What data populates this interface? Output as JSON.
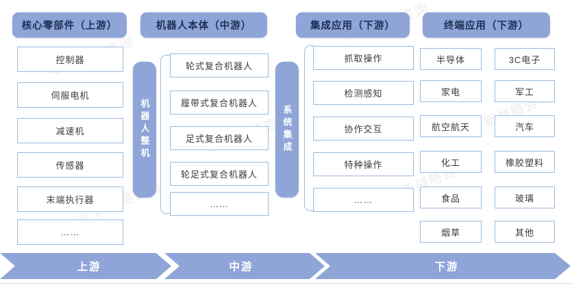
{
  "columns": [
    {
      "header": "核心零部件（上游）",
      "items": [
        "控制器",
        "伺服电机",
        "减速机",
        "传感器",
        "末端执行器",
        "……"
      ]
    },
    {
      "header": "机器人本体（中游）",
      "items": [
        "轮式复合机器人",
        "履带式复合机器人",
        "足式复合机器人",
        "轮足式复合机器人",
        "……"
      ]
    },
    {
      "header": "集成应用（下游）",
      "items": [
        "抓取操作",
        "检测感知",
        "协作交互",
        "特种操作",
        "……"
      ]
    },
    {
      "header": "终端应用（下游）",
      "items_left": [
        "半导体",
        "家电",
        "航空航天",
        "化工",
        "食品",
        "烟草"
      ],
      "items_right": [
        "3C电子",
        "军工",
        "汽车",
        "橡胶塑料",
        "玻璃",
        "其他"
      ]
    }
  ],
  "connectors": [
    {
      "label": "机器人整机"
    },
    {
      "label": "系统集成"
    }
  ],
  "flow": [
    {
      "label": "上游"
    },
    {
      "label": "中游"
    },
    {
      "label": "下游"
    }
  ],
  "watermark": {
    "text": "新战略咨询"
  },
  "colors": {
    "accent": "#8fa5d8",
    "box_border": "#9cb8dd",
    "header_text": "#1c3056",
    "arrow_text": "#ffffff",
    "box_text": "#3a3a3a"
  }
}
